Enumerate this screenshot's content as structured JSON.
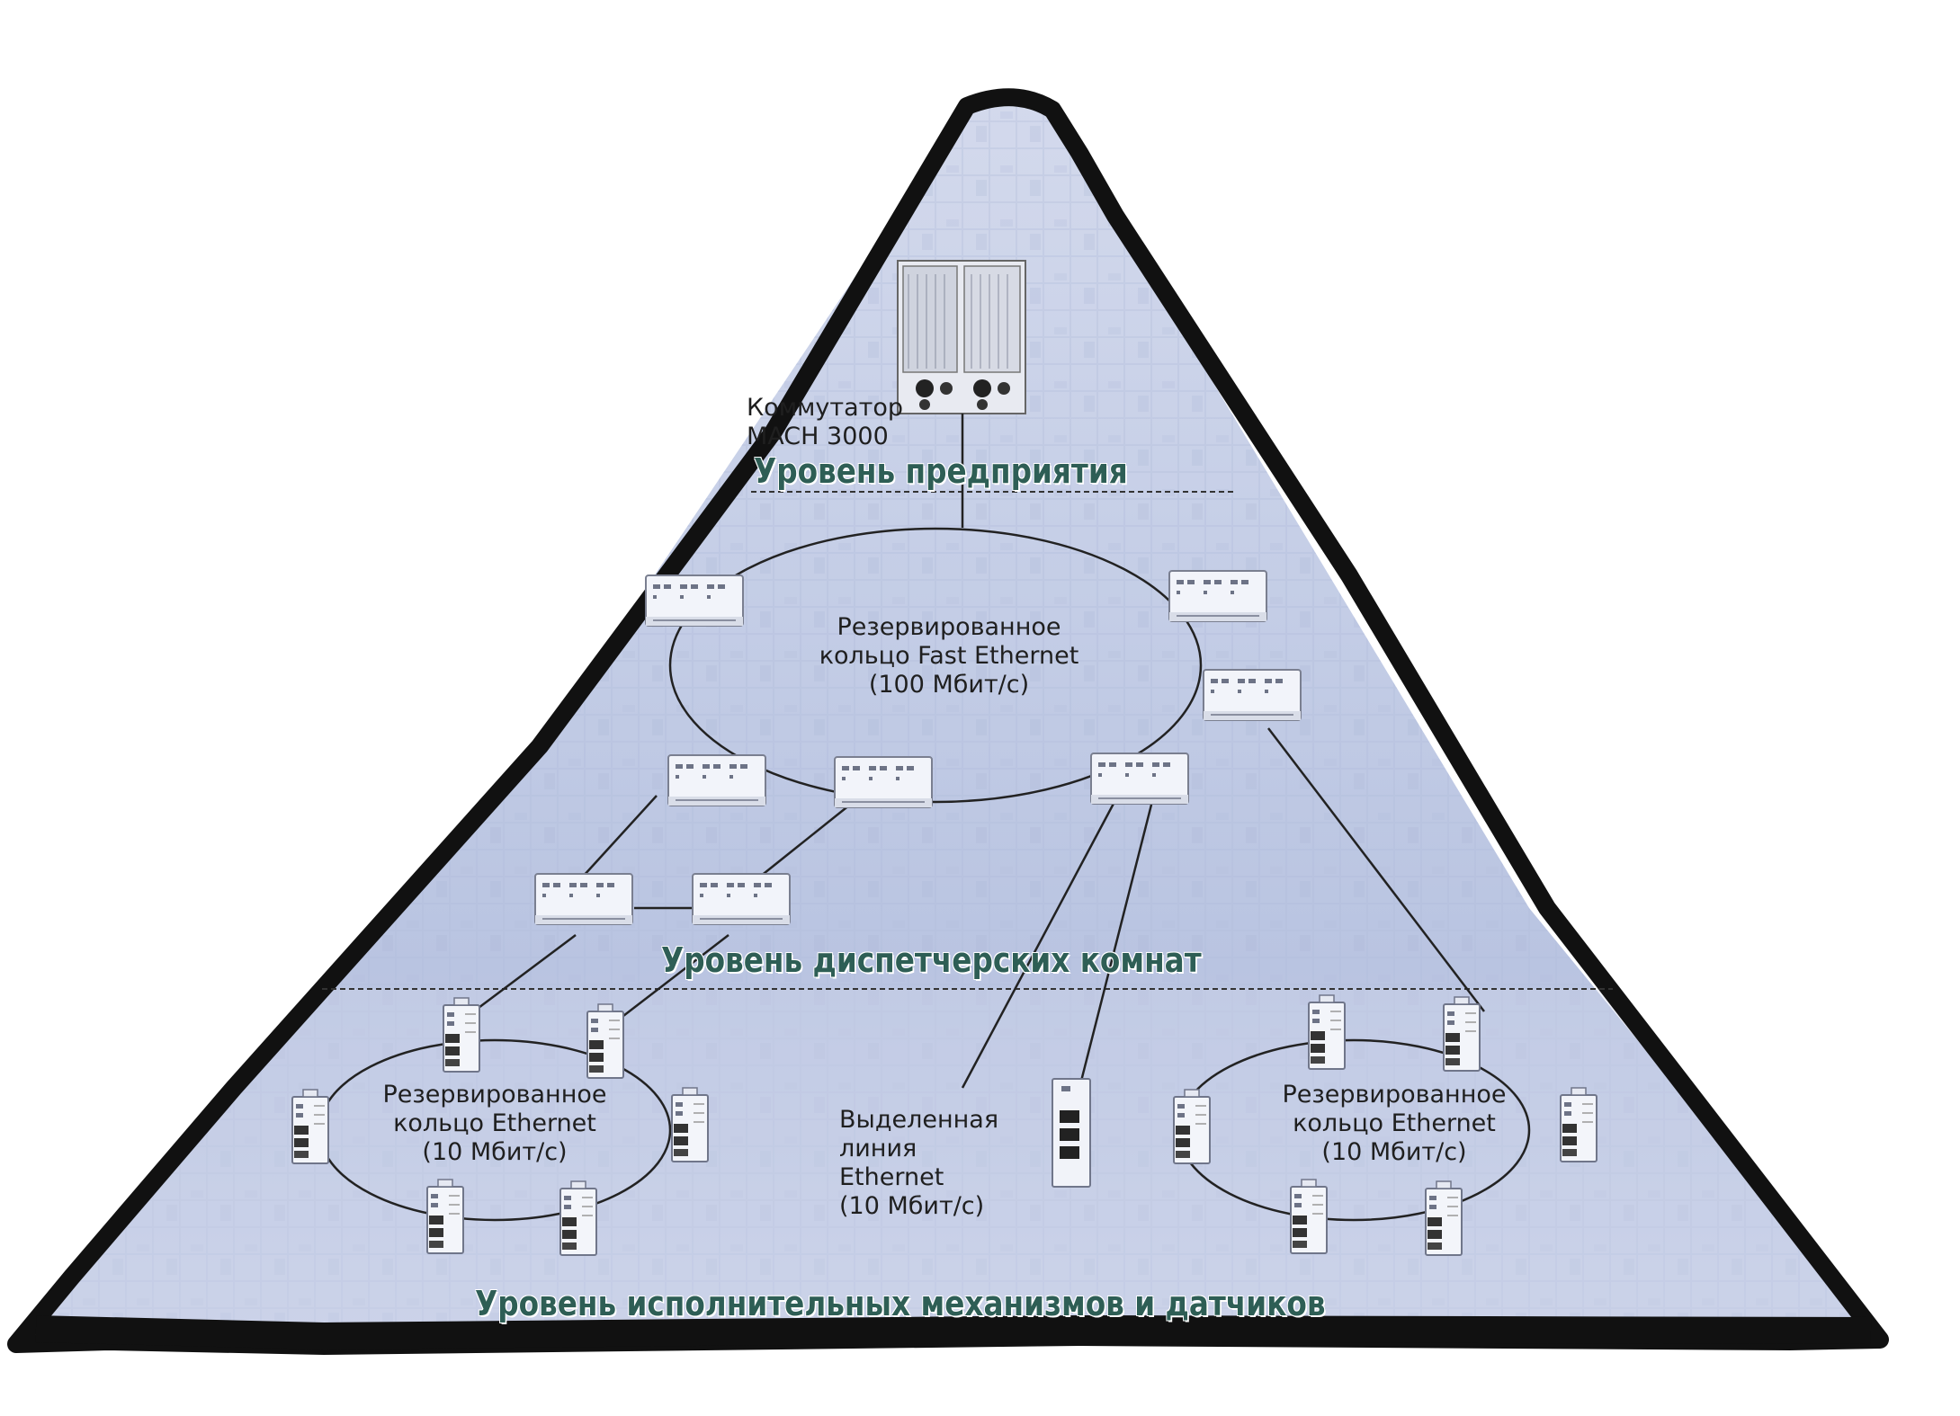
{
  "labels": {
    "switch_line1": "Коммутатор",
    "switch_line2": "MACH 3000",
    "level_enterprise": "Уровень предприятия",
    "level_control": "Уровень диспетчерских комнат",
    "level_field": "Уровень исполнительных механизмов и датчиков",
    "ring_fast_line1": "Резервированное",
    "ring_fast_line2": "кольцо Fast Ethernet",
    "ring_fast_line3": "(100 Мбит/с)",
    "ring_left_line1": "Резервированное",
    "ring_left_line2": "кольцо Ethernet",
    "ring_left_line3": "(10 Мбит/с)",
    "ring_right_line1": "Резервированное",
    "ring_right_line2": "кольцо Ethernet",
    "ring_right_line3": "(10 Мбит/с)",
    "dedicated_line1": "Выделенная",
    "dedicated_line2": "линия",
    "dedicated_line3": "Ethernet",
    "dedicated_line4": "(10 Мбит/с)"
  },
  "colors": {
    "pyramid_fill_top": "#c9d1e8",
    "pyramid_fill_mid": "#bcc7e3",
    "pyramid_fill_bottom": "#c5cee6",
    "outline": "#111111",
    "level_text": "#2e5e55",
    "link_line": "#222222"
  },
  "icons": {
    "core_switch": "rack-switch-icon",
    "ring_switch": "rail-switch-icon",
    "field_switch": "din-rail-switch-icon"
  }
}
